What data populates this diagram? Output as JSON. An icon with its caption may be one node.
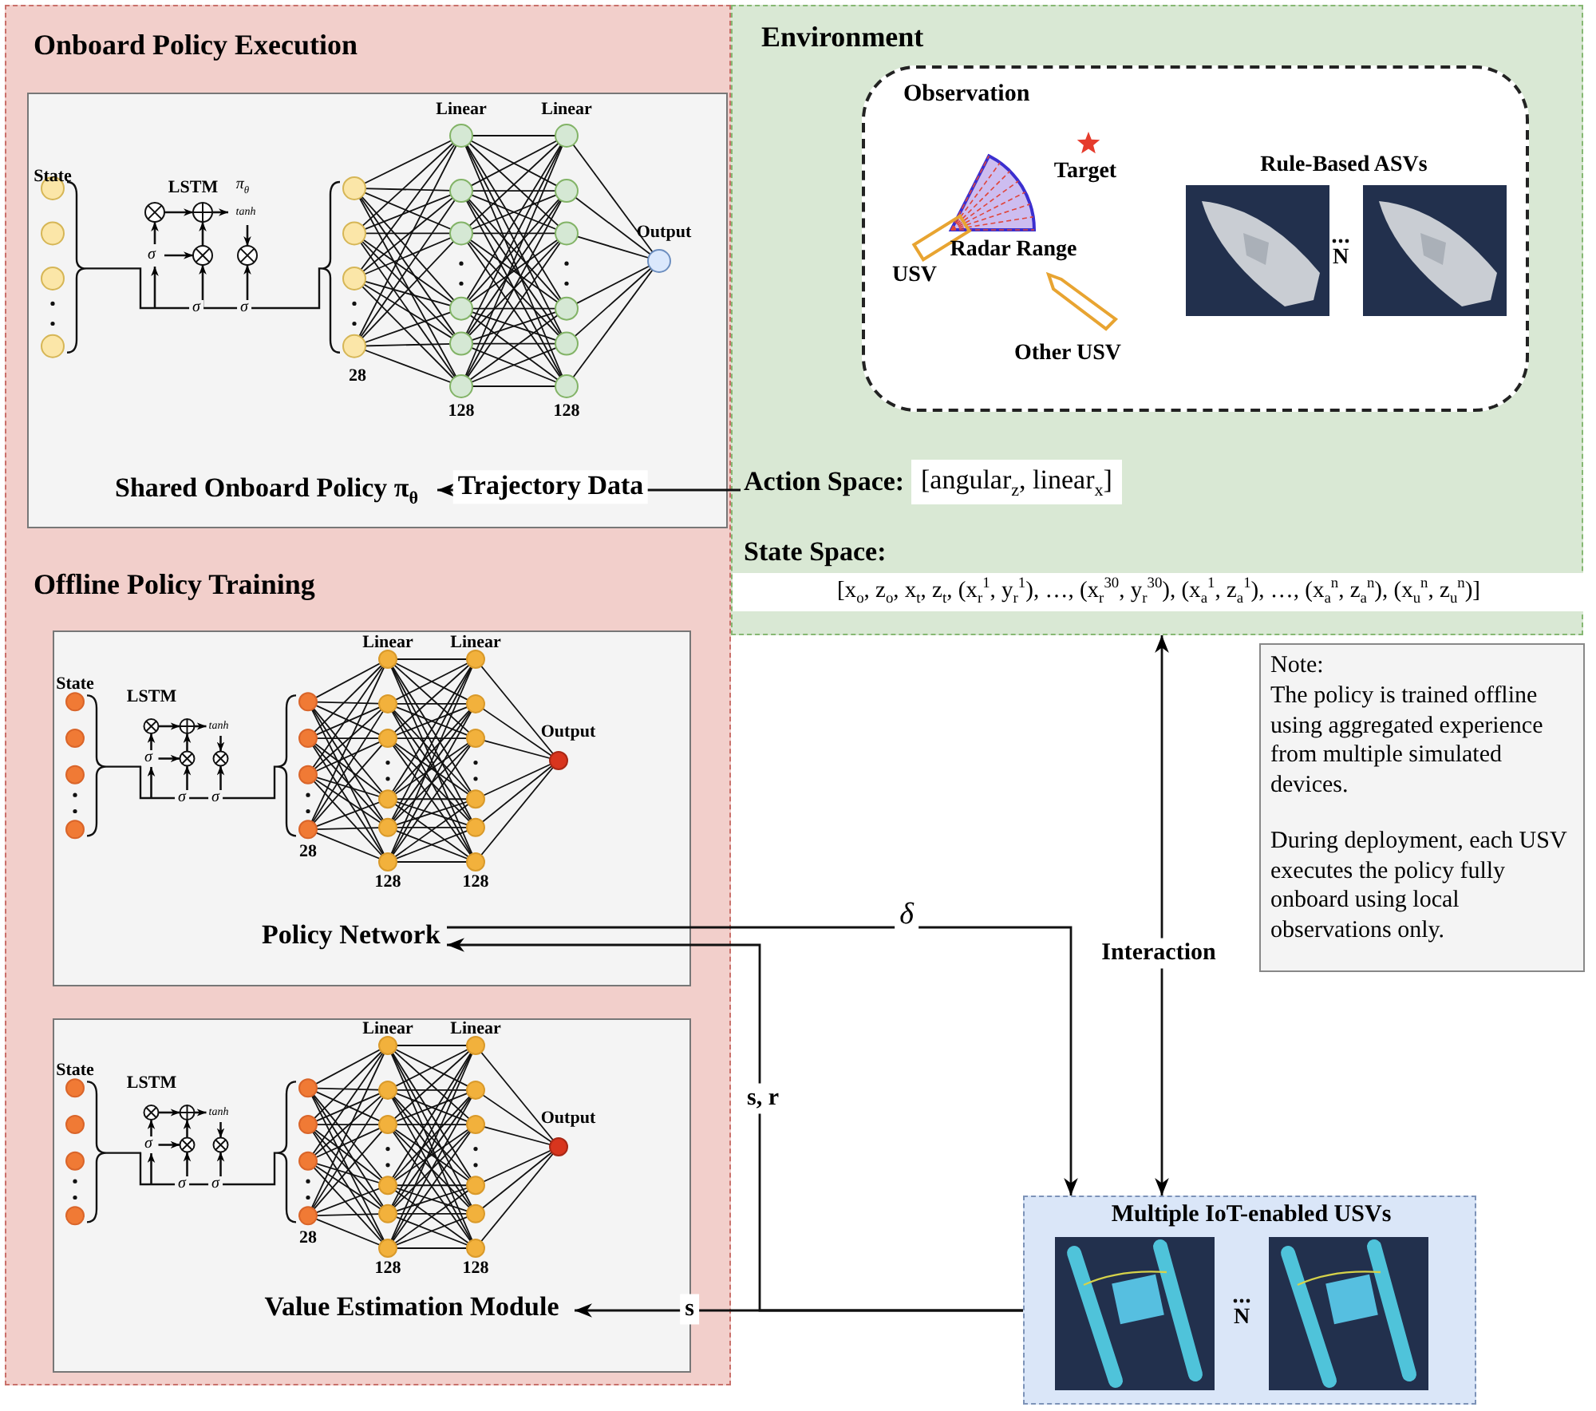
{
  "diagram": {
    "nodes": [
      {
        "text": [
          "Onboard Policy Execution",
          "Offline Policy Training"
        ]
      },
      {
        "text": [],
        "shape": "box",
        "in": 0
      },
      {
        "text": [
          "Shared Onboard Policy π$_{θ}$"
        ],
        "in": 1
      },
      {
        "text": [],
        "shape": "box",
        "in": 0
      },
      {
        "text": [
          "Policy Network"
        ],
        "in": 3
      },
      {
        "text": [],
        "shape": "box",
        "in": 0
      },
      {
        "text": [
          "Value Estimation Module"
        ],
        "in": 5
      },
      {
        "text": [
          "Environment"
        ]
      },
      {
        "text": [
          "Observation"
        ],
        "in": 7
      },
      {
        "text": [
          "Action Space:",
          "[angular$_{z}$, linear$_{x}$]"
        ],
        "in": 7
      },
      {
        "text": [
          "State Space:",
          "[x$_{o}$, z$_{o}$, x$_{t}$, z$_{t}$, (x$_{r}$$^{1}$, y$_{r}$$^{1}$), …, (x$_{r}$$^{30}$, y$_{r}$$^{30}$), (x$_{a}$$^{1}$, z$_{a}$$^{1}$), …, (x$_{a}$$^{n}$, z$_{a}$$^{n}$), (x$_{u}$$^{n}$, z$_{u}$$^{n}$)]"
        ],
        "in": 7
      },
      {
        "text": [
          "Note:",
          "The policy is trained offline using aggregated experience from multiple simulated devices.",
          "During deployment, each USV executes the policy fully onboard using local observations only."
        ]
      },
      {
        "text": [
          "Multiple IoT-enabled USVs"
        ]
      }
    ],
    "edges": [
      {
        "from": 9,
        "to": 2,
        "arrow": "to",
        "label": "Trajectory Data"
      },
      {
        "from": 12,
        "to": 4,
        "arrow": "to",
        "label": "s, r"
      },
      {
        "from": 12,
        "to": 6,
        "arrow": "to",
        "label": "s"
      },
      {
        "from": 4,
        "to": 12,
        "arrow": "to",
        "label": "δ"
      },
      {
        "from": 12,
        "to": 7,
        "arrow": "both",
        "label": "Interaction"
      }
    ],
    "labels": [
      "Linear",
      "Linear",
      "State",
      "LSTM",
      "π$_{θ}$",
      "tanh",
      "Output",
      "σ",
      "σ",
      "σ",
      "28",
      "128",
      "128",
      "Target",
      "Rule-Based ASVs",
      "Radar Range",
      "N",
      "USV",
      "Other USV",
      "Linear",
      "Linear",
      "State",
      "LSTM",
      "tanh",
      "Output",
      "σ",
      "σ",
      "σ",
      "28",
      "128",
      "128",
      "Linear",
      "Linear",
      "State",
      "LSTM",
      "tanh",
      "Output",
      "σ",
      "σ",
      "σ",
      "28",
      "128",
      "128",
      "N"
    ]
  }
}
